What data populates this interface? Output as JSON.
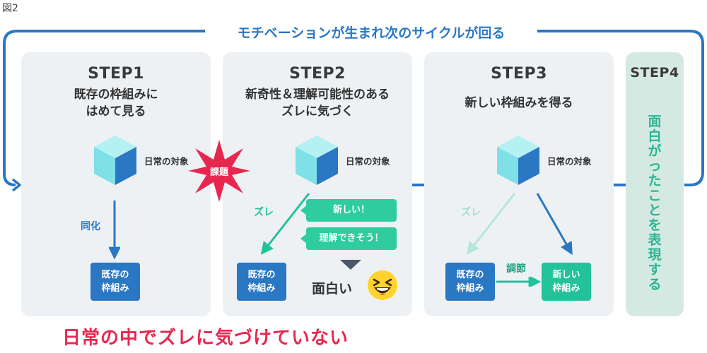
{
  "figure_label": "図2",
  "cycle_label": "モチベーションが生まれ次のサイクルが回る",
  "steps": [
    {
      "title": "STEP1",
      "sub": [
        "既存の枠組みに",
        "はめて見る"
      ]
    },
    {
      "title": "STEP2",
      "sub": [
        "新奇性＆理解可能性のある",
        "ズレに気づく"
      ]
    },
    {
      "title": "STEP3",
      "sub": [
        "新しい枠組みを得る"
      ]
    },
    {
      "title": "STEP4",
      "vertical": [
        "面",
        "白",
        "が",
        "っ",
        "た",
        "こ",
        "と",
        "を",
        "表",
        "現",
        "す",
        "る"
      ]
    }
  ],
  "cube_label": "日常の対象",
  "step1": {
    "arrow_label": "同化",
    "box": [
      "既存の",
      "枠組み"
    ]
  },
  "burst_label": "課題",
  "step2": {
    "arrow_label": "ズレ",
    "bubbles": [
      "新しい！",
      "理解できそう！"
    ],
    "reaction": "面白い",
    "box": [
      "既存の",
      "枠組み"
    ]
  },
  "step3": {
    "arrow_label": "ズレ",
    "connector_label": "調節",
    "box_old": [
      "既存の",
      "枠組み"
    ],
    "box_new": [
      "新しい",
      "枠組み"
    ]
  },
  "bottom_caption": "日常の中でズレに気づけていない",
  "colors": {
    "cycle_blue": "#2a77c4",
    "teal": "#22c29a",
    "light_teal": "#b5e7d8",
    "burst_red": "#e8274f",
    "panel_grey": "#eef1f4",
    "step4_bg": "#d5e9e3",
    "emoji_yellow": "#ffd22e"
  }
}
